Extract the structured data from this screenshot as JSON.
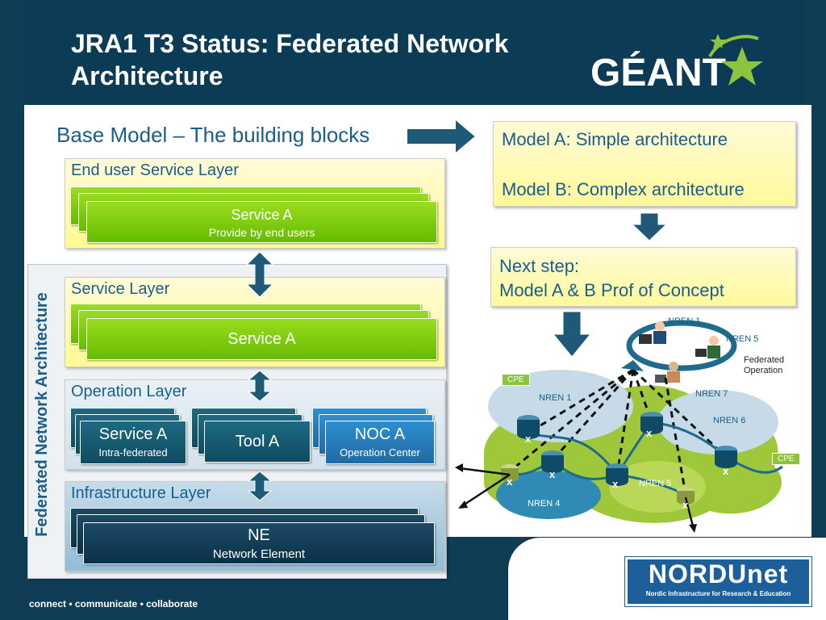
{
  "header": {
    "title": "JRA1 T3 Status: Federated Network Architecture",
    "logo_text": "GÉANT"
  },
  "left": {
    "heading": "Base Model – The building blocks",
    "vertical_label": "Federated Network Architecture",
    "end_user_layer": {
      "title": "End user Service Layer",
      "card_title": "Service A",
      "card_sub": "Provide by end users"
    },
    "service_layer": {
      "title": "Service Layer",
      "card_title": "Service A"
    },
    "operation_layer": {
      "title": "Operation Layer",
      "cards": [
        {
          "title": "Service A",
          "sub": "Intra-federated"
        },
        {
          "title": "Tool A",
          "sub": ""
        },
        {
          "title": "NOC A",
          "sub": "Operation Center"
        }
      ]
    },
    "infrastructure_layer": {
      "title": "Infrastructure Layer",
      "card_title": "NE",
      "card_sub": "Network Element"
    }
  },
  "right": {
    "models_line1": "Model A: Simple architecture",
    "models_line2": "Model B: Complex architecture",
    "next_line1": "Next step:",
    "next_line2": "Model A & B Prof of Concept",
    "network": {
      "nren1_top": "NREN 1",
      "nren5_top": "NREN 5",
      "federated1": "Federated",
      "federated2": "Operation",
      "nren7": "NREN 7",
      "nren1": "NREN 1",
      "nren6": "NREN 6",
      "nren5": "NREN 5",
      "nren4": "NREN 4",
      "cpe_left": "CPE",
      "cpe_right": "CPE",
      "x": "x"
    }
  },
  "footer": {
    "tagline": "connect • communicate • collaborate",
    "nordunet_logo": "NORDUnet",
    "nordunet_sub": "Nordic Infrastructure for Research & Education"
  },
  "colors": {
    "brand_navy": "#0c3c55",
    "accent_blue": "#1a5e8c",
    "green": "#66bb00",
    "yellow_box": "#fffa90"
  }
}
